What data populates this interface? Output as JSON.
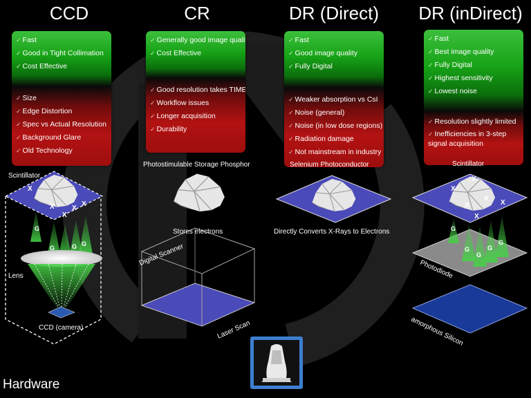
{
  "columns": [
    {
      "title": "CCD",
      "pros": [
        "Fast",
        "Good in Tight Collimation",
        "Cost Effective"
      ],
      "cons": [
        "Size",
        "Edge Distortion",
        "Spec vs Actual Resolution",
        "Background Glare",
        "Old Technology"
      ]
    },
    {
      "title": "CR",
      "pros": [
        "Generally good image quality",
        "Cost Effective"
      ],
      "cons": [
        "Good resolution takes TIME",
        "Workflow issues",
        "Longer acquisition",
        "Durability"
      ]
    },
    {
      "title": "DR (Direct)",
      "pros": [
        "Fast",
        "Good image quality",
        "Fully Digital"
      ],
      "cons": [
        "Weaker absorption vs CsI",
        "Noise (general)",
        "Noise (in low dose regions)",
        "Radiation damage",
        "Not mainstream in industry"
      ]
    },
    {
      "title": "DR (inDirect)",
      "pros": [
        "Fast",
        "Best image quality",
        "Fully Digital",
        "Highest sensitivity",
        "Lowest noise"
      ],
      "cons": [
        "Resolution slightly limited",
        "Inefficiencies in 3-step signal acquisition"
      ]
    }
  ],
  "check_glyph": "✓",
  "labels": {
    "ccd_scintillator": "Scintillator",
    "ccd_lens": "Lens",
    "ccd_camera": "CCD (camera)",
    "cr_phosphor": "Photostimulable Storage Phosphor",
    "cr_stores": "Stores electrons",
    "cr_scanner": "Digital Scanner",
    "cr_laser": "Laser Scan",
    "drd_selenium": "Selenium Photoconductor",
    "drd_converts": "Directly Converts X-Rays to Electrons",
    "dri_scintillator": "Scintillator",
    "dri_photodiode": "Photodiode",
    "dri_silicon": "amorphous Silicon"
  },
  "markers": {
    "green": "G",
    "xray": "X"
  },
  "footer": "Hardware",
  "colors": {
    "pro_green": "#17a317",
    "con_red": "#b31212",
    "plate_blue": "#4a4ab8",
    "photodiode_gray": "#8a8a8a",
    "silicon_blue": "#1a3a9a",
    "ccd_chip": "#2a5ab0",
    "light_green": "#46d046"
  },
  "icons": [
    "check-icon",
    "dog-skull-icon",
    "xray-thumbnail-icon",
    "background-logo-icon"
  ]
}
